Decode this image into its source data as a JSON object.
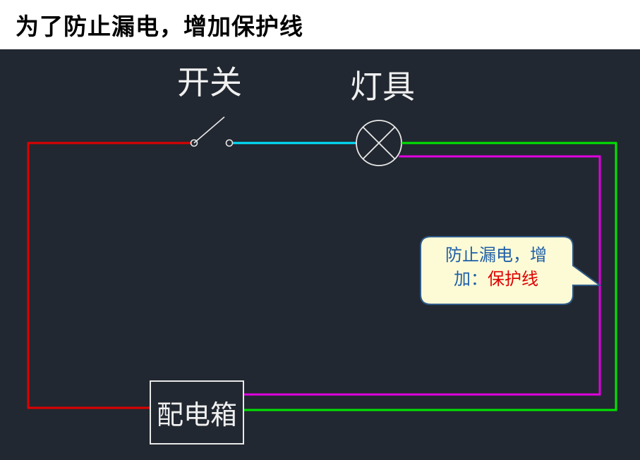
{
  "page": {
    "title": "为了防止漏电，增加保护线"
  },
  "diagram": {
    "switch_label": "开关",
    "lamp_label": "灯具",
    "box_label": "配电箱",
    "callout": {
      "text_part1": "防止漏电，增",
      "text_part2": "加：",
      "text_highlight": "保护线"
    },
    "colors": {
      "background": "#222831",
      "live_wire": "#e00000",
      "switch_to_lamp_wire": "#00e5ff",
      "neutral_wire": "#00e600",
      "protective_wire": "#e000e0",
      "component_stroke": "#e8e8e8",
      "callout_fill": "#fdfbd6",
      "callout_border": "#2f5b8a",
      "callout_text": "#1f5fa8",
      "callout_highlight": "#e00000"
    },
    "icons": [
      "switch-icon",
      "lamp-icon"
    ]
  }
}
